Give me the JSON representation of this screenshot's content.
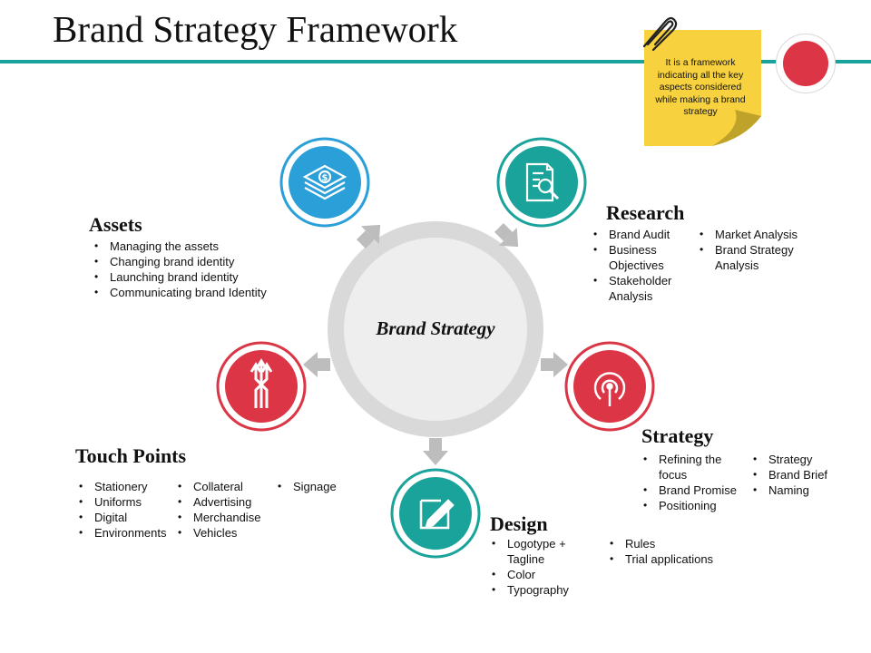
{
  "title": "Brand Strategy Framework",
  "note": "It is a framework indicating all the key aspects considered while making a brand strategy",
  "center": "Brand Strategy",
  "colors": {
    "teal": "#1aa39a",
    "blue": "#2a9fd8",
    "red": "#dc3545",
    "yellow": "#f7d23e",
    "gray": "#d9d9d9"
  },
  "nodes": [
    {
      "id": "assets",
      "color": "#2a9fd8",
      "icon": "money-stack-icon"
    },
    {
      "id": "research",
      "color": "#1aa39a",
      "icon": "document-search-icon"
    },
    {
      "id": "strategy",
      "color": "#dc3545",
      "icon": "target-icon"
    },
    {
      "id": "design",
      "color": "#1aa39a",
      "icon": "pen-edit-icon"
    },
    {
      "id": "touch_points",
      "color": "#dc3545",
      "icon": "arrows-merge-icon"
    }
  ],
  "sections": {
    "assets": {
      "heading": "Assets",
      "col1": [
        "Managing the assets",
        "Changing brand identity",
        "Launching brand identity",
        "Communicating brand Identity"
      ]
    },
    "research": {
      "heading": "Research",
      "col1": [
        "Brand Audit",
        "Business Objectives",
        "Stakeholder Analysis"
      ],
      "col2": [
        "Market Analysis",
        "Brand Strategy Analysis"
      ]
    },
    "strategy": {
      "heading": "Strategy",
      "col1": [
        "Refining the focus",
        "Brand Promise",
        "Positioning"
      ],
      "col2": [
        "Strategy",
        "Brand Brief",
        "Naming"
      ]
    },
    "design": {
      "heading": "Design",
      "col1": [
        "Logotype + Tagline",
        "Color",
        "Typography"
      ],
      "col2": [
        "Rules",
        "Trial applications"
      ]
    },
    "touch_points": {
      "heading": "Touch Points",
      "col1": [
        "Stationery",
        "Uniforms",
        "Digital",
        "Environments"
      ],
      "col2": [
        "Collateral",
        "Advertising",
        "Merchandise",
        "Vehicles"
      ],
      "col3": [
        "Signage"
      ]
    }
  }
}
